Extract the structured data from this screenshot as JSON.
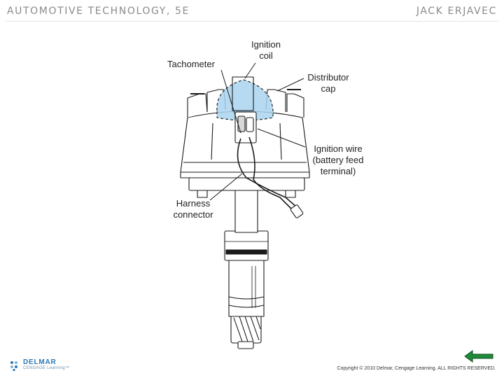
{
  "header": {
    "book_title": "AUTOMOTIVE TECHNOLOGY, 5E",
    "author": "JACK ERJAVEC"
  },
  "diagram": {
    "labels": {
      "ignition_coil": [
        "Ignition",
        "coil"
      ],
      "tachometer": "Tachometer",
      "distributor_cap": [
        "Distributor",
        "cap"
      ],
      "ignition_wire": [
        "Ignition wire",
        "(battery feed",
        "terminal)"
      ],
      "harness_connector": [
        "Harness",
        "connector"
      ]
    },
    "colors": {
      "coil_highlight": "#a9d4ee",
      "line": "#1a1a1a",
      "body_fill": "#ffffff"
    }
  },
  "footer": {
    "logo_name": "DELMAR",
    "logo_sub": "CENGAGE Learning™",
    "back_icon": "left-arrow-icon",
    "copyright": "Copyright © 2010 Delmar, Cengage Learning. ALL RIGHTS RESERVED."
  }
}
